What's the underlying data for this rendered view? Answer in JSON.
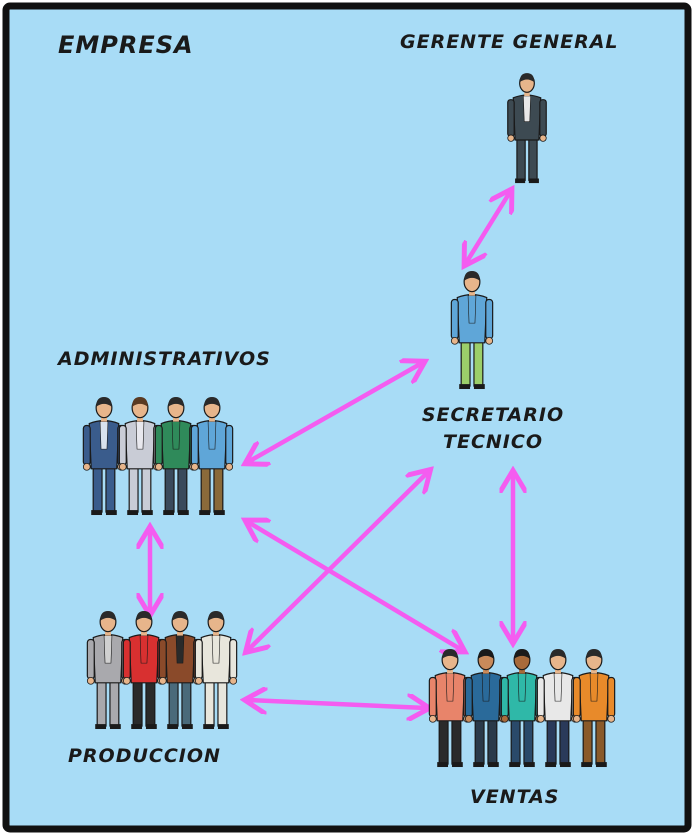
{
  "labels": {
    "empresa": "EMPRESA",
    "gerente": "GERENTE GENERAL",
    "secretario_line1": "SECRETARIO",
    "secretario_line2": "TECNICO",
    "administrativos": "ADMINISTRATIVOS",
    "produccion": "PRODUCCION",
    "ventas": "VENTAS"
  },
  "colors": {
    "background": "#a8dcf6",
    "border": "#111111",
    "arrow": "#f45cf0"
  },
  "groups": {
    "gerente": [
      {
        "suit": "#3d4a52",
        "shirt": "#e8e8e8",
        "pants": "#3d4a52",
        "skin": "#e7b58b",
        "hair": "#2a2a2a"
      }
    ],
    "secretario": [
      {
        "suit": "#5fa6d8",
        "shirt": "#5fa6d8",
        "pants": "#9ccf6a",
        "skin": "#e7b58b",
        "hair": "#2a2a2a"
      }
    ],
    "administrativos": [
      {
        "suit": "#3a5c8c",
        "shirt": "#d8e2ee",
        "pants": "#3a5c8c",
        "skin": "#e7b58b",
        "hair": "#2a2a2a"
      },
      {
        "suit": "#c9ccd6",
        "shirt": "#e8e8ee",
        "pants": "#c9ccd6",
        "skin": "#e7b58b",
        "hair": "#5a3a22"
      },
      {
        "suit": "#2f8a5a",
        "shirt": "#2f8a5a",
        "pants": "#3a4a5c",
        "skin": "#e7b58b",
        "hair": "#2a2a2a"
      },
      {
        "suit": "#5fa6d8",
        "shirt": "#5fa6d8",
        "pants": "#8a6a3a",
        "skin": "#e7b58b",
        "hair": "#2a2a2a"
      }
    ],
    "produccion": [
      {
        "suit": "#a9a9ad",
        "shirt": "#d0d0d0",
        "pants": "#a9a9ad",
        "skin": "#e7b58b",
        "hair": "#2a2a2a"
      },
      {
        "suit": "#d83030",
        "shirt": "#d83030",
        "pants": "#2a2a2a",
        "skin": "#e7b58b",
        "hair": "#2a2a2a"
      },
      {
        "suit": "#8a4a2a",
        "shirt": "#2a2a2a",
        "pants": "#4a6a7a",
        "skin": "#e7b58b",
        "hair": "#2a2a2a"
      },
      {
        "suit": "#e8e6dc",
        "shirt": "#e8e6dc",
        "pants": "#e8e6dc",
        "skin": "#e7b58b",
        "hair": "#2a2a2a"
      }
    ],
    "ventas": [
      {
        "suit": "#e8846a",
        "shirt": "#e8846a",
        "pants": "#2a2a2a",
        "skin": "#e7b58b",
        "hair": "#2a2a2a"
      },
      {
        "suit": "#2a6a9a",
        "shirt": "#2a6a9a",
        "pants": "#2a3a4a",
        "skin": "#c98a5a",
        "hair": "#1a1a1a"
      },
      {
        "suit": "#2fb8a8",
        "shirt": "#2fb8a8",
        "pants": "#2a4a6a",
        "skin": "#a86a3a",
        "hair": "#1a1a1a"
      },
      {
        "suit": "#e8e8e8",
        "shirt": "#e8e8e8",
        "pants": "#2a3a5a",
        "skin": "#e7b58b",
        "hair": "#2a2a2a"
      },
      {
        "suit": "#e88a2a",
        "shirt": "#e88a2a",
        "pants": "#8a5a2a",
        "skin": "#e7b58b",
        "hair": "#2a2a2a"
      }
    ]
  }
}
